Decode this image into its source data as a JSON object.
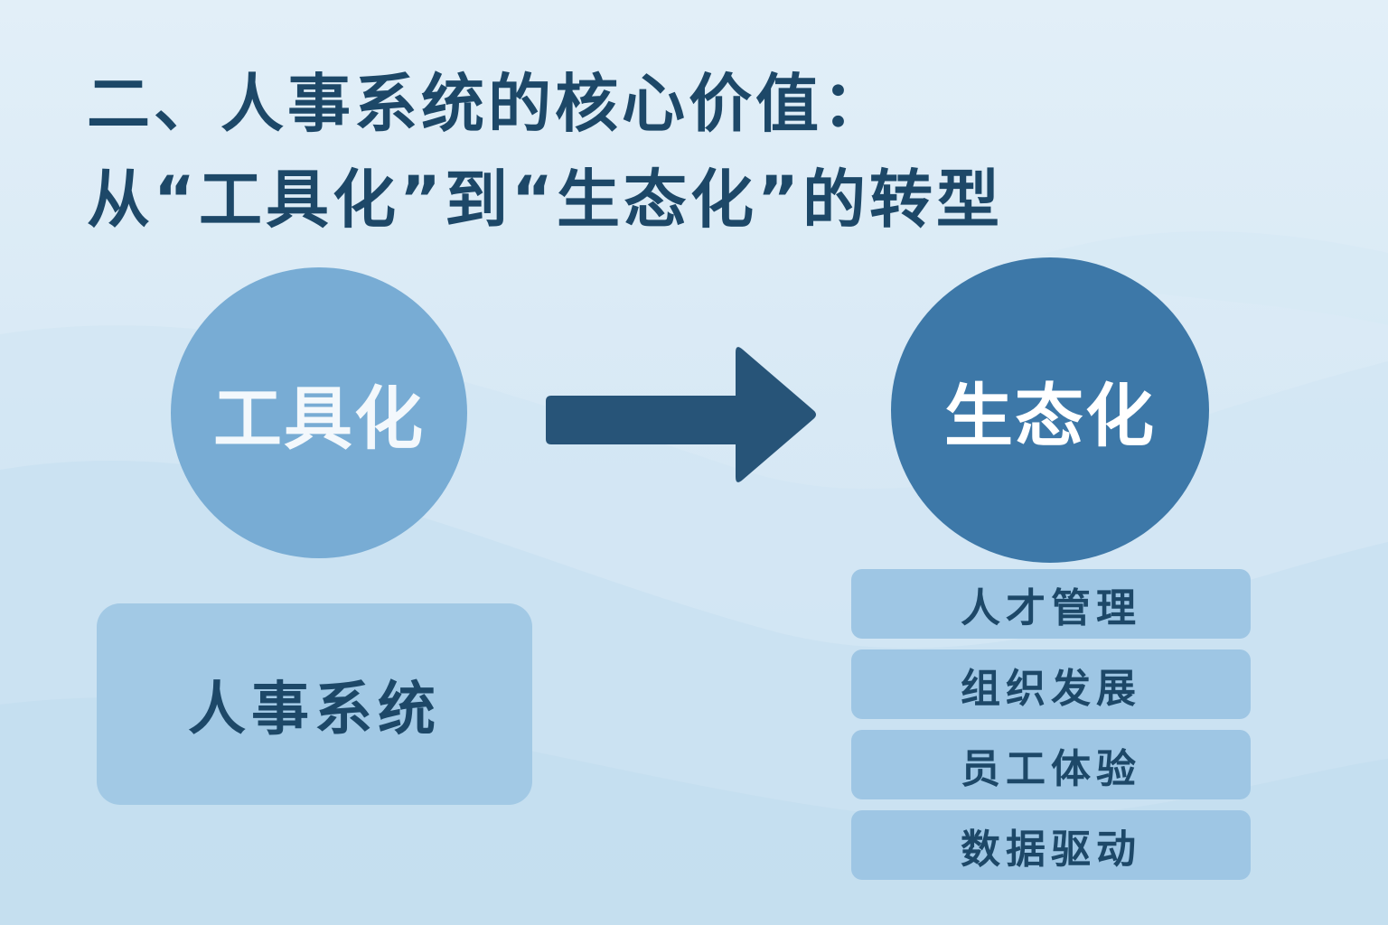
{
  "title": {
    "line1": "二、人事系统的核心价值：",
    "line2": "从“工具化”到“生态化”的转型"
  },
  "left_circle": {
    "label": "工具化"
  },
  "right_circle": {
    "label": "生态化"
  },
  "arrow": {
    "direction": "right",
    "color": "#275478"
  },
  "left_box": {
    "label": "人事系统"
  },
  "right_items": [
    {
      "label": "人才管理"
    },
    {
      "label": "组织发展"
    },
    {
      "label": "员工体验"
    },
    {
      "label": "数据驱动"
    }
  ],
  "colors": {
    "title": "#1d4868",
    "left_circle": "#78acd4",
    "right_circle": "#3d78a8",
    "box": "#a2c9e5",
    "item": "#9ec6e4"
  }
}
